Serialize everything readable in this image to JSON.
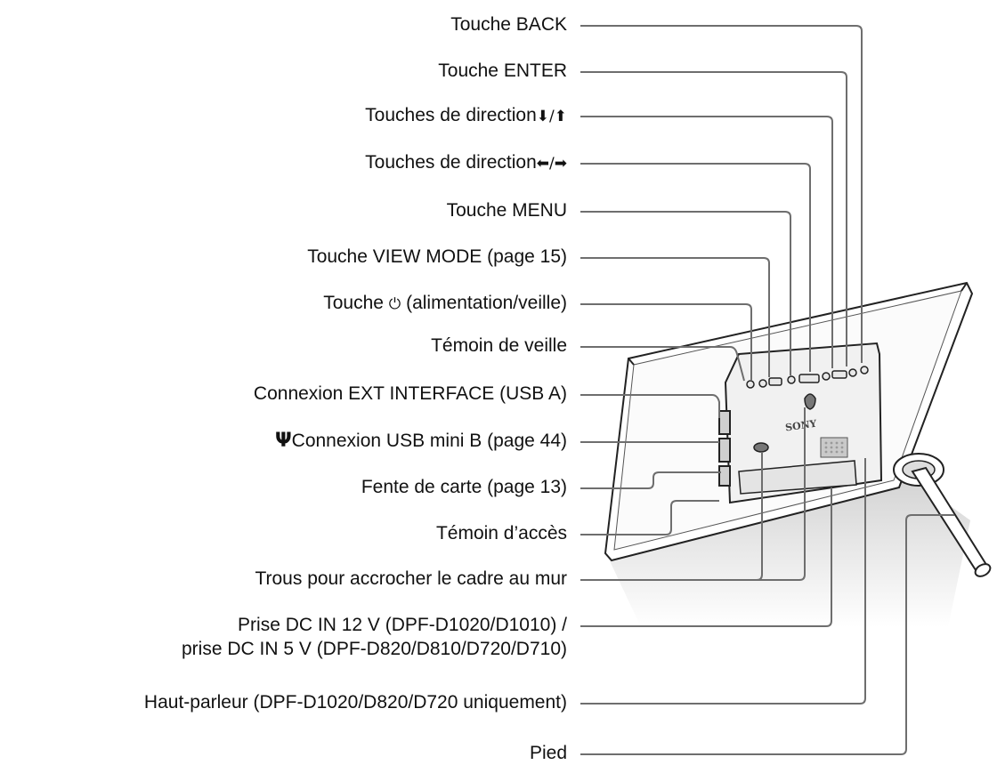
{
  "labels": {
    "back": "Touche BACK",
    "enter": "Touche ENTER",
    "dir_ud_text": "Touches de direction",
    "dir_ud_symbols": "⬇/⬆",
    "dir_lr_text": "Touches de direction",
    "dir_lr_symbols": "⬅/➡",
    "menu": "Touche MENU",
    "view_mode": "Touche VIEW MODE (page 15)",
    "power_prefix": "Touche",
    "power_symbol": "⏻",
    "power_suffix": "(alimentation/veille)",
    "standby_led": "Témoin de veille",
    "ext_interface": "Connexion EXT INTERFACE (USB A)",
    "usb_symbol": "Ψ",
    "usb_mini": "Connexion USB mini B (page 44)",
    "card_slot": "Fente de carte (page 13)",
    "access_led": "Témoin d’accès",
    "wall_holes": "Trous pour accrocher le cadre au mur",
    "dc_in_line1": "Prise DC IN 12 V (DPF-D1020/D1010) /",
    "dc_in_line2": "prise DC IN 5 V (DPF-D820/D810/D720/D710)",
    "speaker": "Haut-parleur (DPF-D1020/D820/D720 uniquement)",
    "stand": "Pied"
  },
  "device": {
    "logo": "SONY"
  },
  "colors": {
    "line": "#6e6e6e",
    "frame_fill": "#ffffff",
    "frame_stroke": "#222222",
    "shadow": "#d8d8d8",
    "panel_fill": "#f2f2f2"
  }
}
